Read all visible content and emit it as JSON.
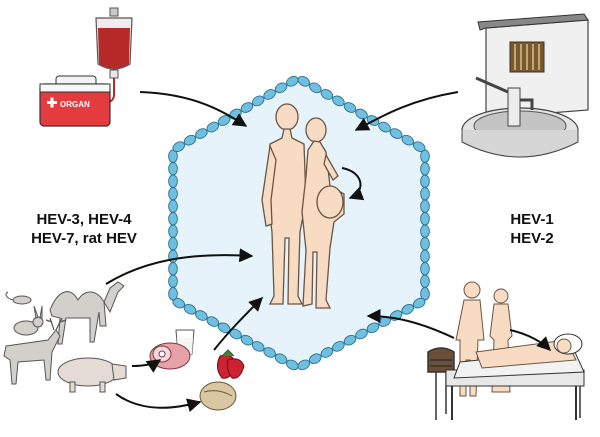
{
  "labels": {
    "left_line1": "HEV-3, HEV-4",
    "left_line2": "HEV-7, rat HEV",
    "right_line1": "HEV-1",
    "right_line2": "HEV-2",
    "cooler": "ORGAN"
  },
  "colors": {
    "membrane_fill": "#e6f3fa",
    "membrane_bead": "#6fc0e0",
    "membrane_bead_stroke": "#2e6f8f",
    "skin": "#f7dcc3",
    "skin_stroke": "#6a5444",
    "blood": "#b72828",
    "cooler_red": "#e33b3e",
    "meat_pink": "#e7a2a8",
    "strawberry": "#cc2233",
    "animal_gray": "#d2d0ca",
    "arrow": "#111111"
  },
  "icons": {
    "blood_bag": "blood-bag-icon",
    "organ_cooler": "organ-cooler-icon",
    "water_pump": "water-pump-icon",
    "animals": "animals-icon",
    "food": "food-icon",
    "patient_bed": "patient-bed-icon",
    "humans": "human-couple-icon"
  }
}
